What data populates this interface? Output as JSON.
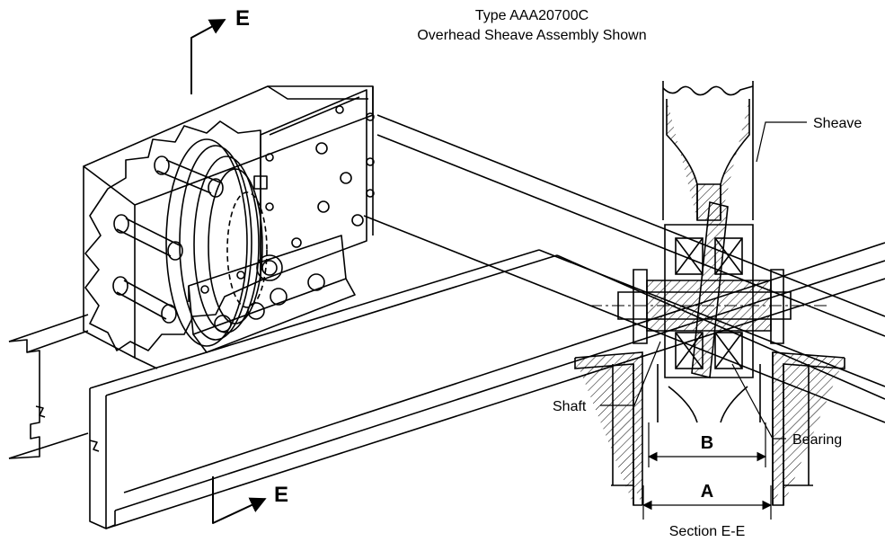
{
  "title": {
    "line1": "Type AAA20700C",
    "line2": "Overhead Sheave Assembly Shown"
  },
  "section_markers": {
    "top": "E",
    "bottom": "E"
  },
  "labels": {
    "sheave": "Sheave",
    "shaft": "Shaft",
    "bearing": "Bearing"
  },
  "dimensions": {
    "inner": "B",
    "outer": "A"
  },
  "caption": "Section E-E"
}
